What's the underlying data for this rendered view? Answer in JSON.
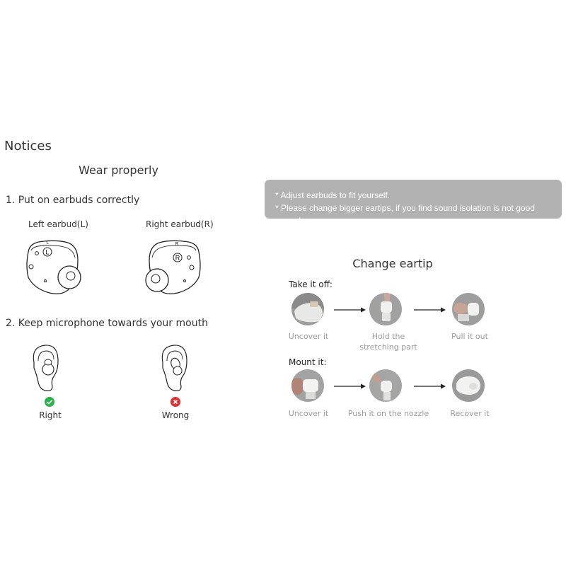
{
  "notices": "Notices",
  "wear_title": "Wear properly",
  "step1": "1. Put on earbuds correctly",
  "left_label": "Left earbud(L)",
  "right_label": "Right earbud(R)",
  "left_mark": "L",
  "right_mark": "R",
  "step2": "2. Keep microphone towards your mouth",
  "right_caption": "Right",
  "wrong_caption": "Wrong",
  "tips": [
    "* Adjust earbuds to fit yourself.",
    "* Please change bigger eartips, if you find sound isolation is not good enough."
  ],
  "change_title": "Change eartip",
  "take_off_label": "Take it off:",
  "take_off_steps": [
    "Uncover it",
    "Hold the\nstretching part",
    "Pull it out"
  ],
  "mount_label": "Mount it:",
  "mount_steps": [
    "Uncover it",
    "Push it on the nozzle",
    "Recover it"
  ],
  "colors": {
    "tip_box": "#b2b2b2",
    "caption": "#9a9a9a",
    "ok": "#2bb24c",
    "wrong": "#e0302f"
  },
  "icons": [
    "check-icon",
    "x-icon",
    "arrow-right-icon"
  ]
}
